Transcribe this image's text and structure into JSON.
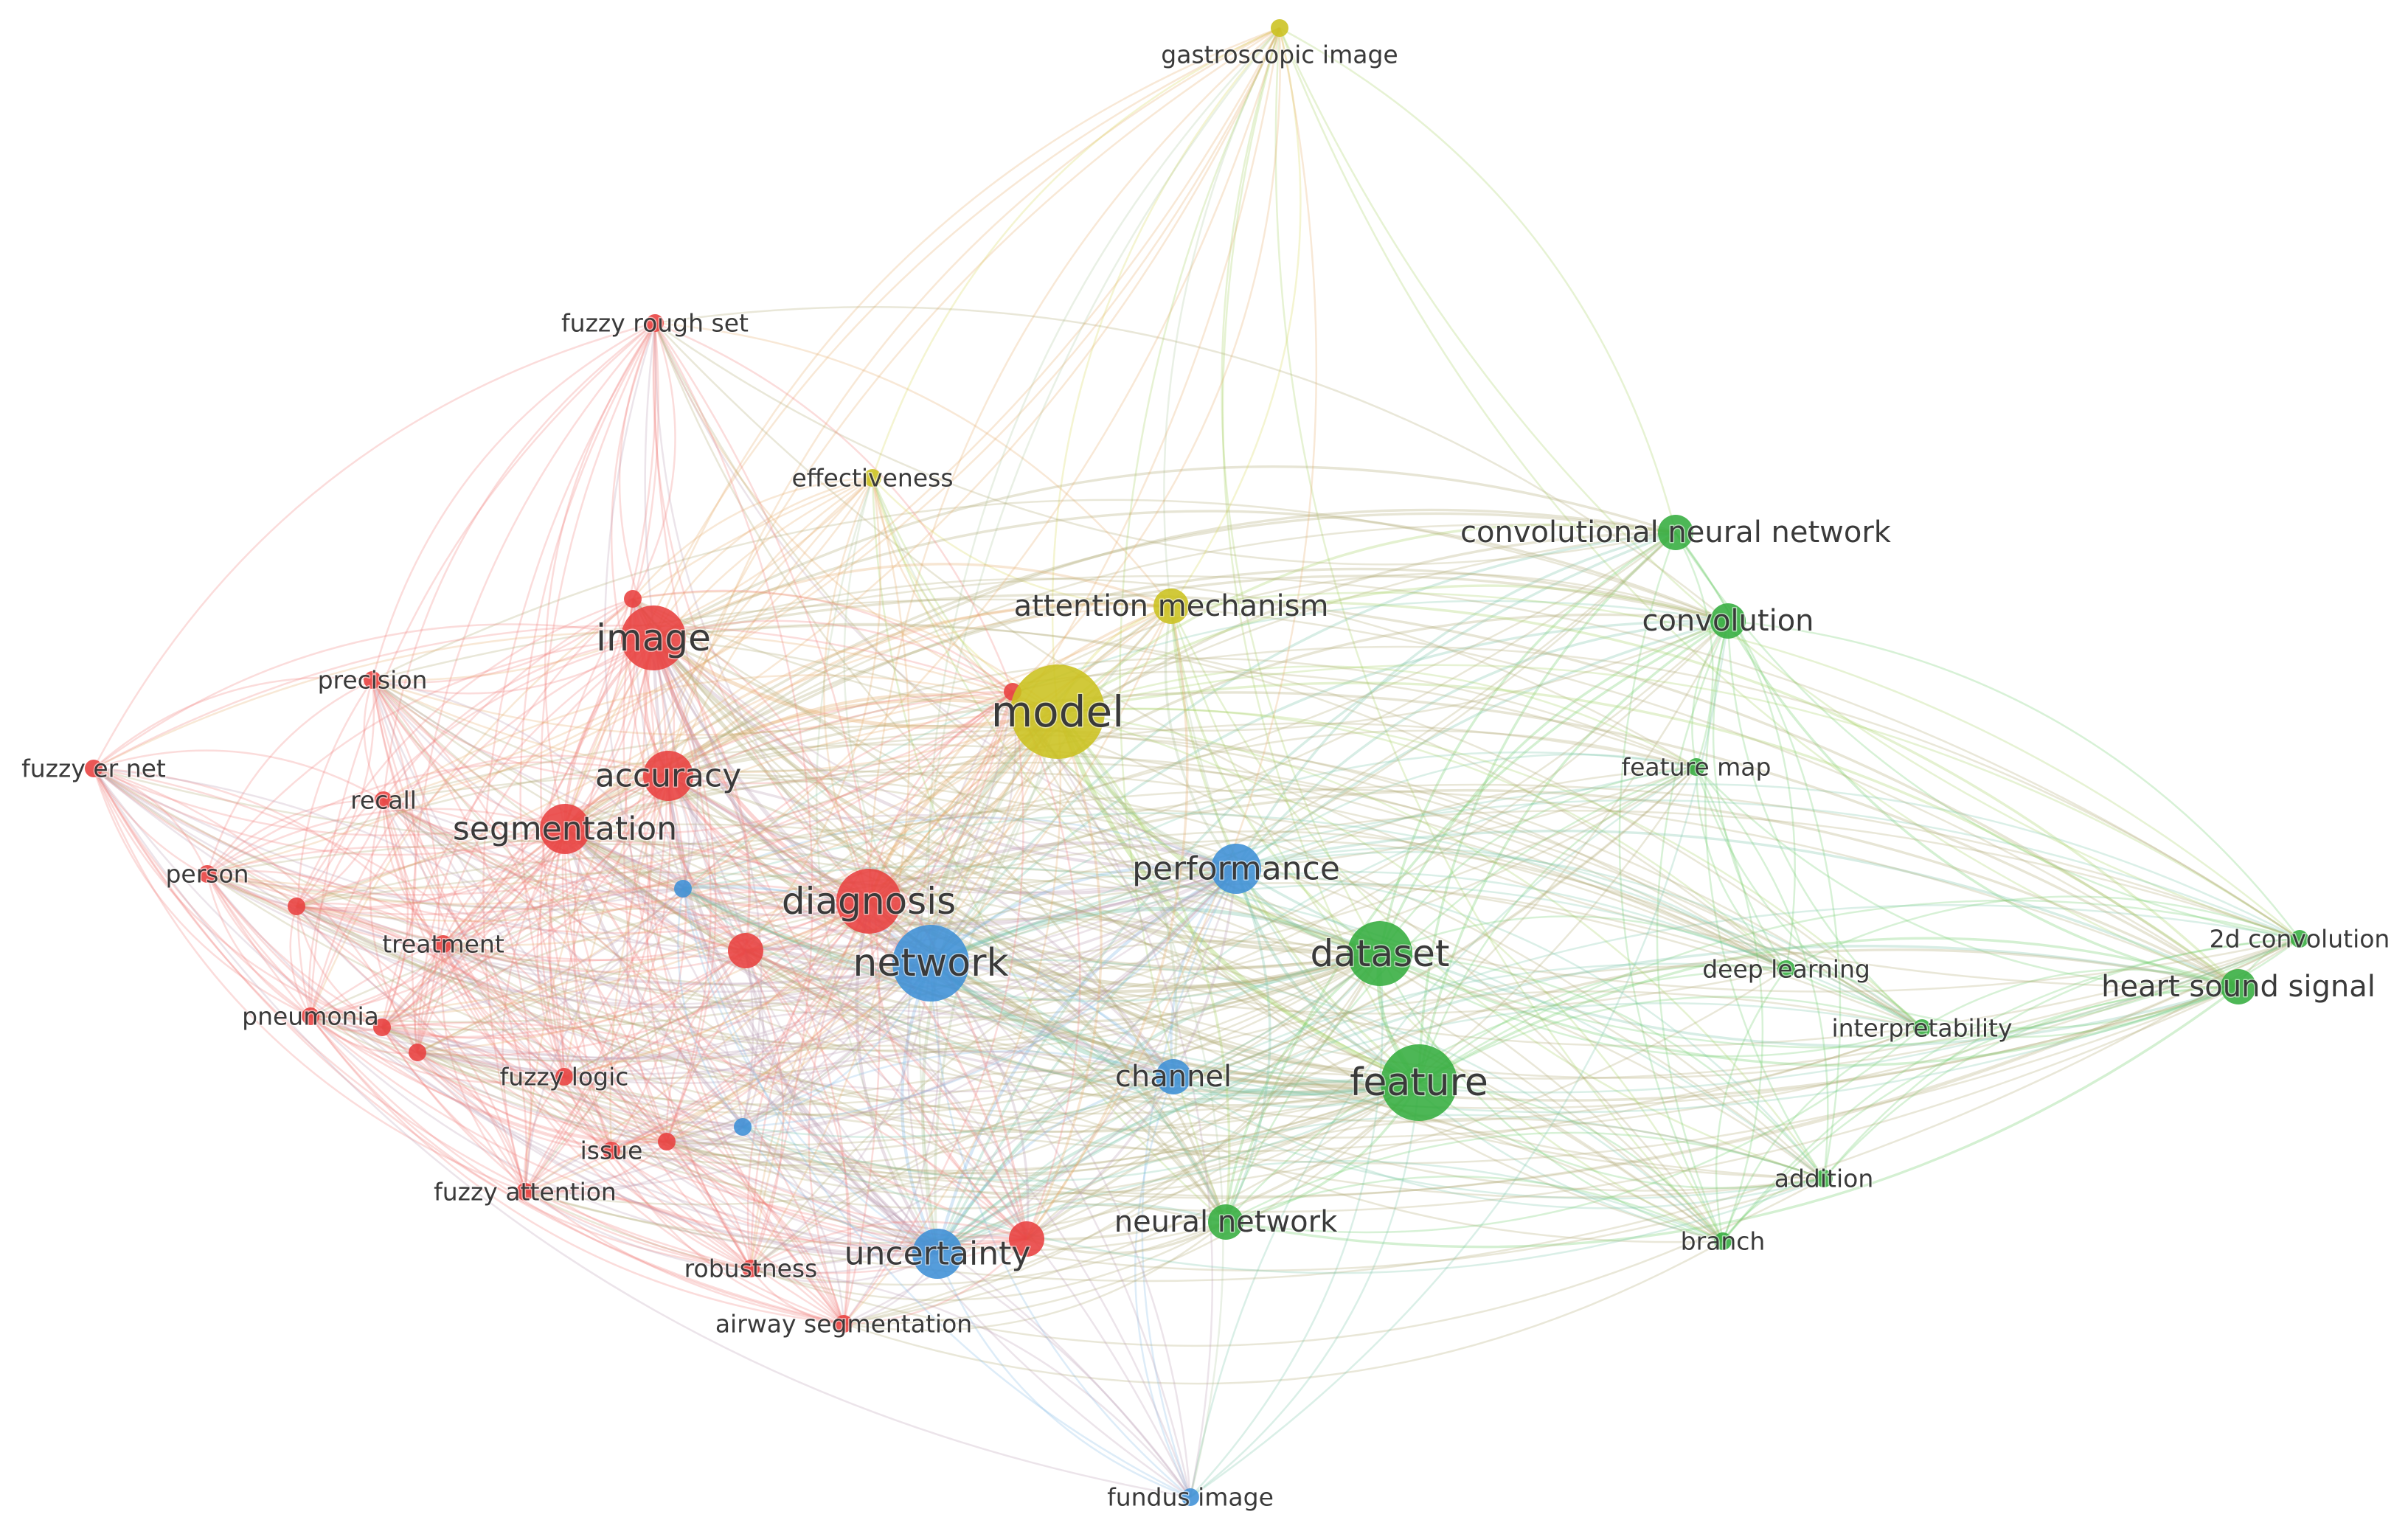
{
  "network": {
    "clusters": {
      "red": {
        "color": "#e8403f",
        "edge": "#f0827e"
      },
      "green": {
        "color": "#34ad3f",
        "edge": "#6fce6a"
      },
      "blue": {
        "color": "#3d8fd6",
        "edge": "#86b9e6"
      },
      "yellow": {
        "color": "#cbc21f",
        "edge": "#d9d65a"
      }
    },
    "nodes": [
      {
        "id": "gastroscopic_image",
        "label": "gastroscopic image",
        "cluster": "yellow",
        "weight": 1
      },
      {
        "id": "fuzzy_rough_set",
        "label": "fuzzy rough set",
        "cluster": "red",
        "weight": 1
      },
      {
        "id": "effectiveness",
        "label": "effectiveness",
        "cluster": "yellow",
        "weight": 1
      },
      {
        "id": "convolutional_neural_network",
        "label": "convolutional neural network",
        "cluster": "green",
        "weight": 2
      },
      {
        "id": "attention_mechanism",
        "label": "attention mechanism",
        "cluster": "yellow",
        "weight": 2
      },
      {
        "id": "convolution",
        "label": "convolution",
        "cluster": "green",
        "weight": 2
      },
      {
        "id": "image",
        "label": "image",
        "cluster": "red",
        "weight": 4
      },
      {
        "id": "precision",
        "label": "precision",
        "cluster": "red",
        "weight": 1
      },
      {
        "id": "model",
        "label": "model",
        "cluster": "yellow",
        "weight": 6
      },
      {
        "id": "fuzzy_er_net",
        "label": "fuzzy er net",
        "cluster": "red",
        "weight": 1
      },
      {
        "id": "accuracy",
        "label": "accuracy",
        "cluster": "red",
        "weight": 3
      },
      {
        "id": "recall",
        "label": "recall",
        "cluster": "red",
        "weight": 1
      },
      {
        "id": "feature_map",
        "label": "feature map",
        "cluster": "green",
        "weight": 1
      },
      {
        "id": "segmentation",
        "label": "segmentation",
        "cluster": "red",
        "weight": 3
      },
      {
        "id": "performance",
        "label": "performance",
        "cluster": "blue",
        "weight": 3
      },
      {
        "id": "person",
        "label": "person",
        "cluster": "red",
        "weight": 1
      },
      {
        "id": "diagnosis",
        "label": "diagnosis",
        "cluster": "red",
        "weight": 4
      },
      {
        "id": "treatment",
        "label": "treatment",
        "cluster": "red",
        "weight": 1
      },
      {
        "id": "dataset",
        "label": "dataset",
        "cluster": "green",
        "weight": 4
      },
      {
        "id": "2d_convolution",
        "label": "2d convolution",
        "cluster": "green",
        "weight": 1
      },
      {
        "id": "network",
        "label": "network",
        "cluster": "blue",
        "weight": 5
      },
      {
        "id": "deep_learning",
        "label": "deep learning",
        "cluster": "green",
        "weight": 1
      },
      {
        "id": "heart_sound_signal",
        "label": "heart sound signal",
        "cluster": "green",
        "weight": 2
      },
      {
        "id": "pneumonia",
        "label": "pneumonia",
        "cluster": "red",
        "weight": 1
      },
      {
        "id": "interpretability",
        "label": "interpretability",
        "cluster": "green",
        "weight": 1
      },
      {
        "id": "channel",
        "label": "channel",
        "cluster": "blue",
        "weight": 2
      },
      {
        "id": "fuzzy_logic",
        "label": "fuzzy logic",
        "cluster": "red",
        "weight": 1
      },
      {
        "id": "feature",
        "label": "feature",
        "cluster": "green",
        "weight": 5
      },
      {
        "id": "issue",
        "label": "issue",
        "cluster": "red",
        "weight": 1
      },
      {
        "id": "addition",
        "label": "addition",
        "cluster": "green",
        "weight": 1
      },
      {
        "id": "fuzzy_attention",
        "label": "fuzzy attention",
        "cluster": "red",
        "weight": 1
      },
      {
        "id": "neural_network",
        "label": "neural network",
        "cluster": "green",
        "weight": 2
      },
      {
        "id": "branch",
        "label": "branch",
        "cluster": "green",
        "weight": 1
      },
      {
        "id": "robustness",
        "label": "robustness",
        "cluster": "red",
        "weight": 1
      },
      {
        "id": "uncertainty",
        "label": "uncertainty",
        "cluster": "blue",
        "weight": 3
      },
      {
        "id": "airway_segmentation",
        "label": "airway segmentation",
        "cluster": "red",
        "weight": 1
      },
      {
        "id": "fundus_image",
        "label": "fundus image",
        "cluster": "blue",
        "weight": 1
      },
      {
        "id": "red_node_a",
        "label": "",
        "cluster": "red",
        "weight": 2
      },
      {
        "id": "red_node_b",
        "label": "",
        "cluster": "red",
        "weight": 1
      },
      {
        "id": "red_node_c",
        "label": "",
        "cluster": "red",
        "weight": 1
      },
      {
        "id": "red_node_d",
        "label": "",
        "cluster": "red",
        "weight": 1
      },
      {
        "id": "red_node_e",
        "label": "",
        "cluster": "red",
        "weight": 1
      },
      {
        "id": "red_node_f",
        "label": "",
        "cluster": "red",
        "weight": 1
      },
      {
        "id": "red_node_g",
        "label": "",
        "cluster": "red",
        "weight": 1
      },
      {
        "id": "red_node_h",
        "label": "",
        "cluster": "red",
        "weight": 2
      },
      {
        "id": "blue_node_a",
        "label": "",
        "cluster": "blue",
        "weight": 1
      },
      {
        "id": "blue_node_b",
        "label": "",
        "cluster": "blue",
        "weight": 1
      }
    ]
  }
}
